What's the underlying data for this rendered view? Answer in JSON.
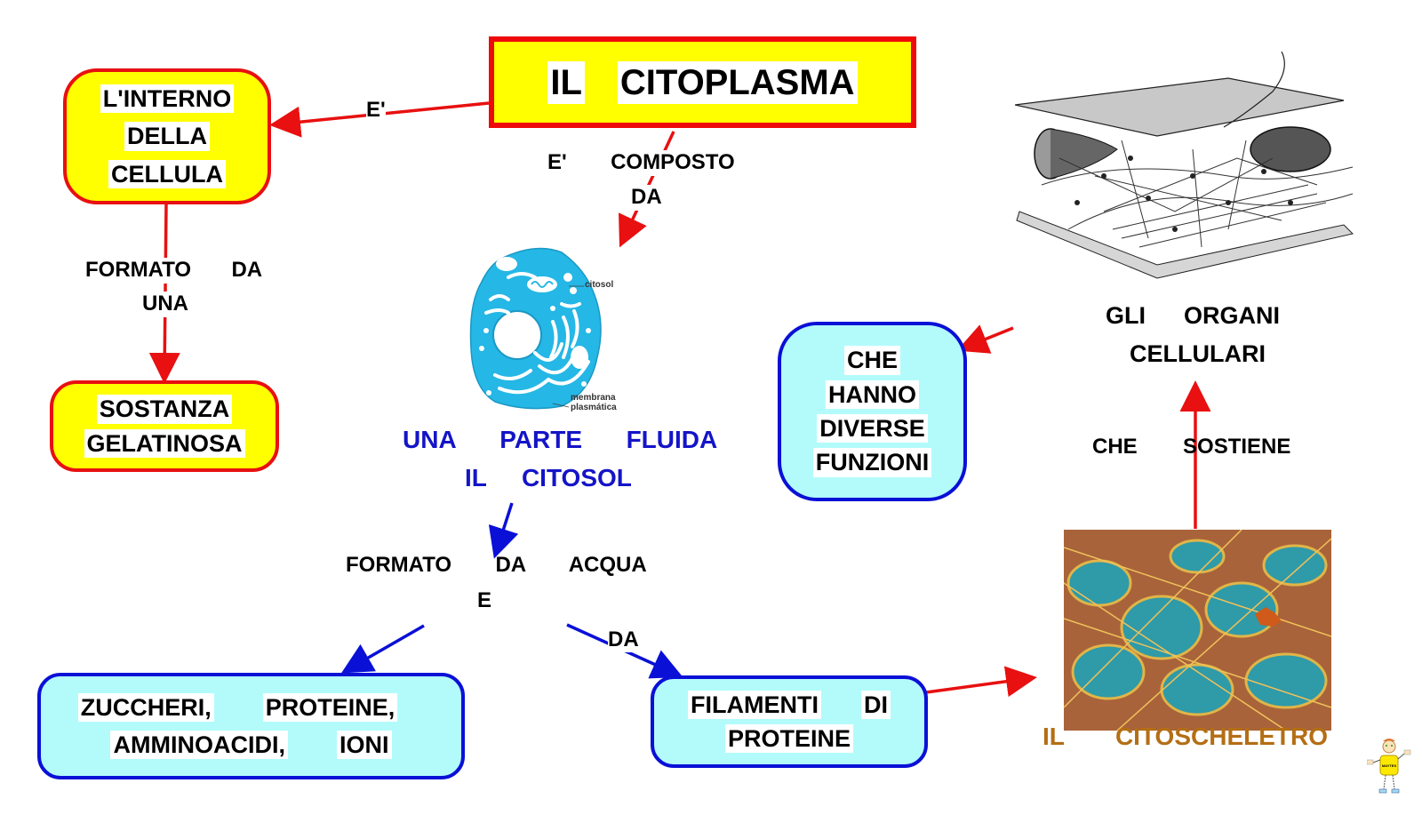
{
  "title": {
    "words": [
      "IL",
      "CITOPLASMA"
    ]
  },
  "nodes": {
    "interno": {
      "lines": [
        "L'INTERNO",
        "DELLA",
        "CELLULA"
      ]
    },
    "sostanza": {
      "lines": [
        "SOSTANZA",
        "GELATINOSA"
      ]
    },
    "funzioni": {
      "lines": [
        "CHE",
        "HANNO",
        "DIVERSE",
        "FUNZIONI"
      ]
    },
    "zuccheri": {
      "line1": [
        "ZUCCHERI,",
        "PROTEINE,"
      ],
      "line2": [
        "AMMINOACIDI,",
        "IONI"
      ]
    },
    "filamenti": {
      "line1": [
        "FILAMENTI",
        "DI"
      ],
      "line2": [
        "PROTEINE"
      ]
    }
  },
  "links": {
    "e_label": "E'",
    "composto": {
      "w1": "E'",
      "w2": "COMPOSTO",
      "w3": "DA"
    },
    "formato_una": {
      "w1": "FORMATO",
      "w2": "DA",
      "w3": "UNA"
    },
    "formato_acqua": {
      "w1": "FORMATO",
      "w2": "DA",
      "w3": "ACQUA",
      "w4": "E"
    },
    "da_label": "DA",
    "che_sostiene": {
      "w1": "CHE",
      "w2": "SOSTIENE"
    }
  },
  "texts": {
    "parte_fluida": [
      "UNA",
      "PARTE",
      "FLUIDA"
    ],
    "citosol": [
      "IL",
      "CITOSOL"
    ],
    "organi": {
      "line1": [
        "GLI",
        "ORGANI"
      ],
      "line2": "CELLULARI"
    },
    "citoscheletro": [
      "IL",
      "CITOSCHELETRO"
    ]
  },
  "cell_image": {
    "label_citosol": "citosol",
    "label_membrana_1": "membrana",
    "label_membrana_2": "plasmática"
  },
  "mascot": {
    "shirt_text": "MAYTES"
  },
  "colors": {
    "red": "#e81010",
    "yellow": "#ffff00",
    "blue": "#0a10d6",
    "cyan": "#b3fbfb",
    "brown": "#b46e14",
    "cell_blue": "#25b7e6"
  }
}
